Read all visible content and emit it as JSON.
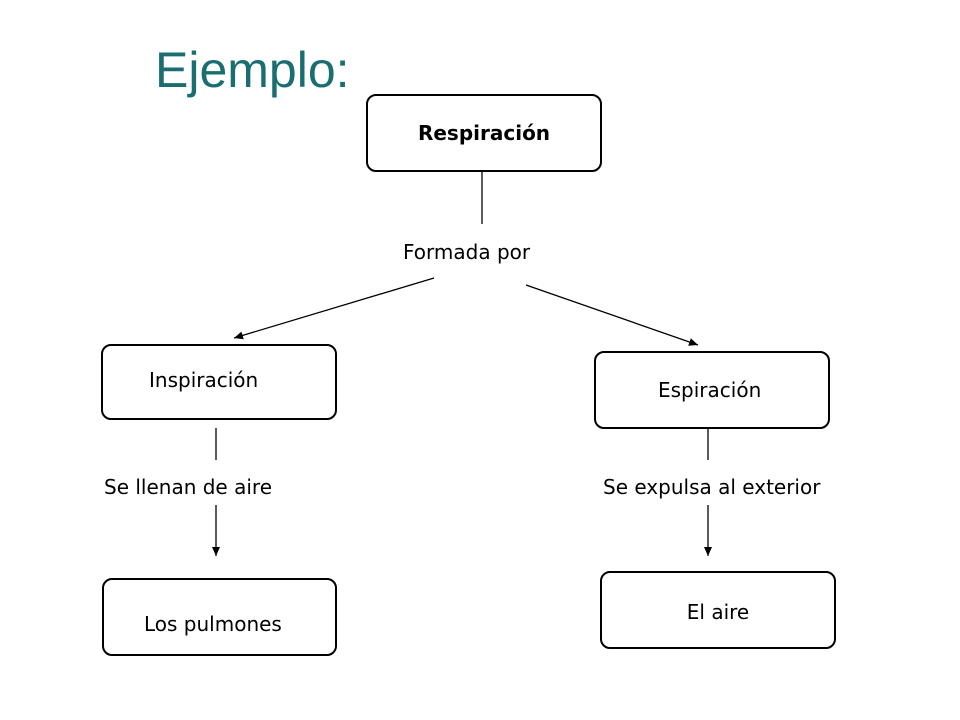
{
  "title": "Ejemplo:",
  "nodes": {
    "root": "Respiración",
    "left": "Inspiración",
    "right": "Espiración",
    "left_bottom": "Los pulmones",
    "right_bottom": "El aire"
  },
  "links": {
    "root_to_children": "Formada por",
    "left_to_bottom": "Se llenan de aire",
    "right_to_bottom": "Se expulsa al exterior"
  }
}
